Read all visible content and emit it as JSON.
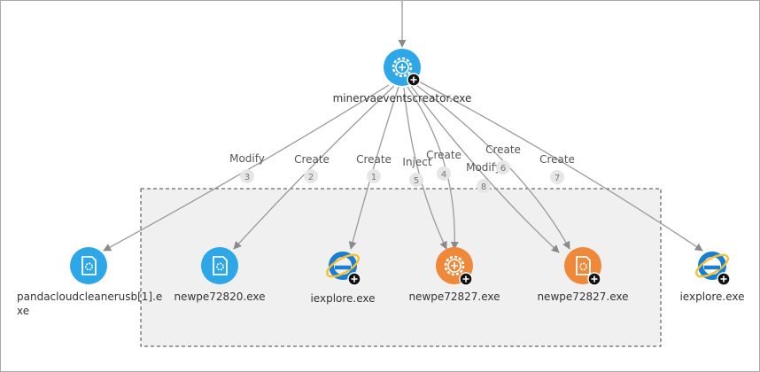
{
  "colors": {
    "blue": "#2ea7e9",
    "orange": "#f0883a",
    "ie_blue": "#1a7fd4",
    "ie_ring": "#f2c230",
    "edge": "#9a9a9a",
    "group_fill": "#f0f0f0",
    "group_border": "#444444"
  },
  "root": {
    "label": "minervaeventscreator.exe",
    "icon": "gear-icon",
    "color": "blue",
    "expand_badge": true
  },
  "nodes": [
    {
      "id": "pandacloud",
      "label_lines": [
        "pandacloudcleanerusb[1].e",
        "xe"
      ],
      "icon": "file-gear-icon",
      "color": "blue",
      "expand_badge": false
    },
    {
      "id": "newpe72820",
      "label_lines": [
        "newpe72820.exe"
      ],
      "icon": "file-gear-icon",
      "color": "blue",
      "expand_badge": false
    },
    {
      "id": "iexplore-1",
      "label_lines": [
        "iexplore.exe"
      ],
      "icon": "internet-explorer-icon",
      "color": "ie",
      "expand_badge": true
    },
    {
      "id": "newpe72827-a",
      "label_lines": [
        "newpe72827.exe"
      ],
      "icon": "gear-icon",
      "color": "orange",
      "expand_badge": true
    },
    {
      "id": "newpe72827-b",
      "label_lines": [
        "newpe72827.exe"
      ],
      "icon": "file-gear-icon",
      "color": "orange",
      "expand_badge": true
    },
    {
      "id": "iexplore-2",
      "label_lines": [
        "iexplore.exe"
      ],
      "icon": "internet-explorer-icon",
      "color": "ie",
      "expand_badge": true
    }
  ],
  "edges": [
    {
      "label": "Modify",
      "order": "3",
      "target": "pandacloud"
    },
    {
      "label": "Create",
      "order": "2",
      "target": "newpe72820"
    },
    {
      "label": "Create",
      "order": "1",
      "target": "iexplore-1"
    },
    {
      "label": "Inject",
      "order": "5",
      "target": "newpe72827-a"
    },
    {
      "label": "Create",
      "order": "4",
      "target": "newpe72827-a"
    },
    {
      "label": "Modify",
      "order": "8",
      "target": "newpe72827-b"
    },
    {
      "label": "Create",
      "order": "6",
      "target": "newpe72827-b"
    },
    {
      "label": "Create",
      "order": "7",
      "target": "iexplore-2"
    }
  ]
}
